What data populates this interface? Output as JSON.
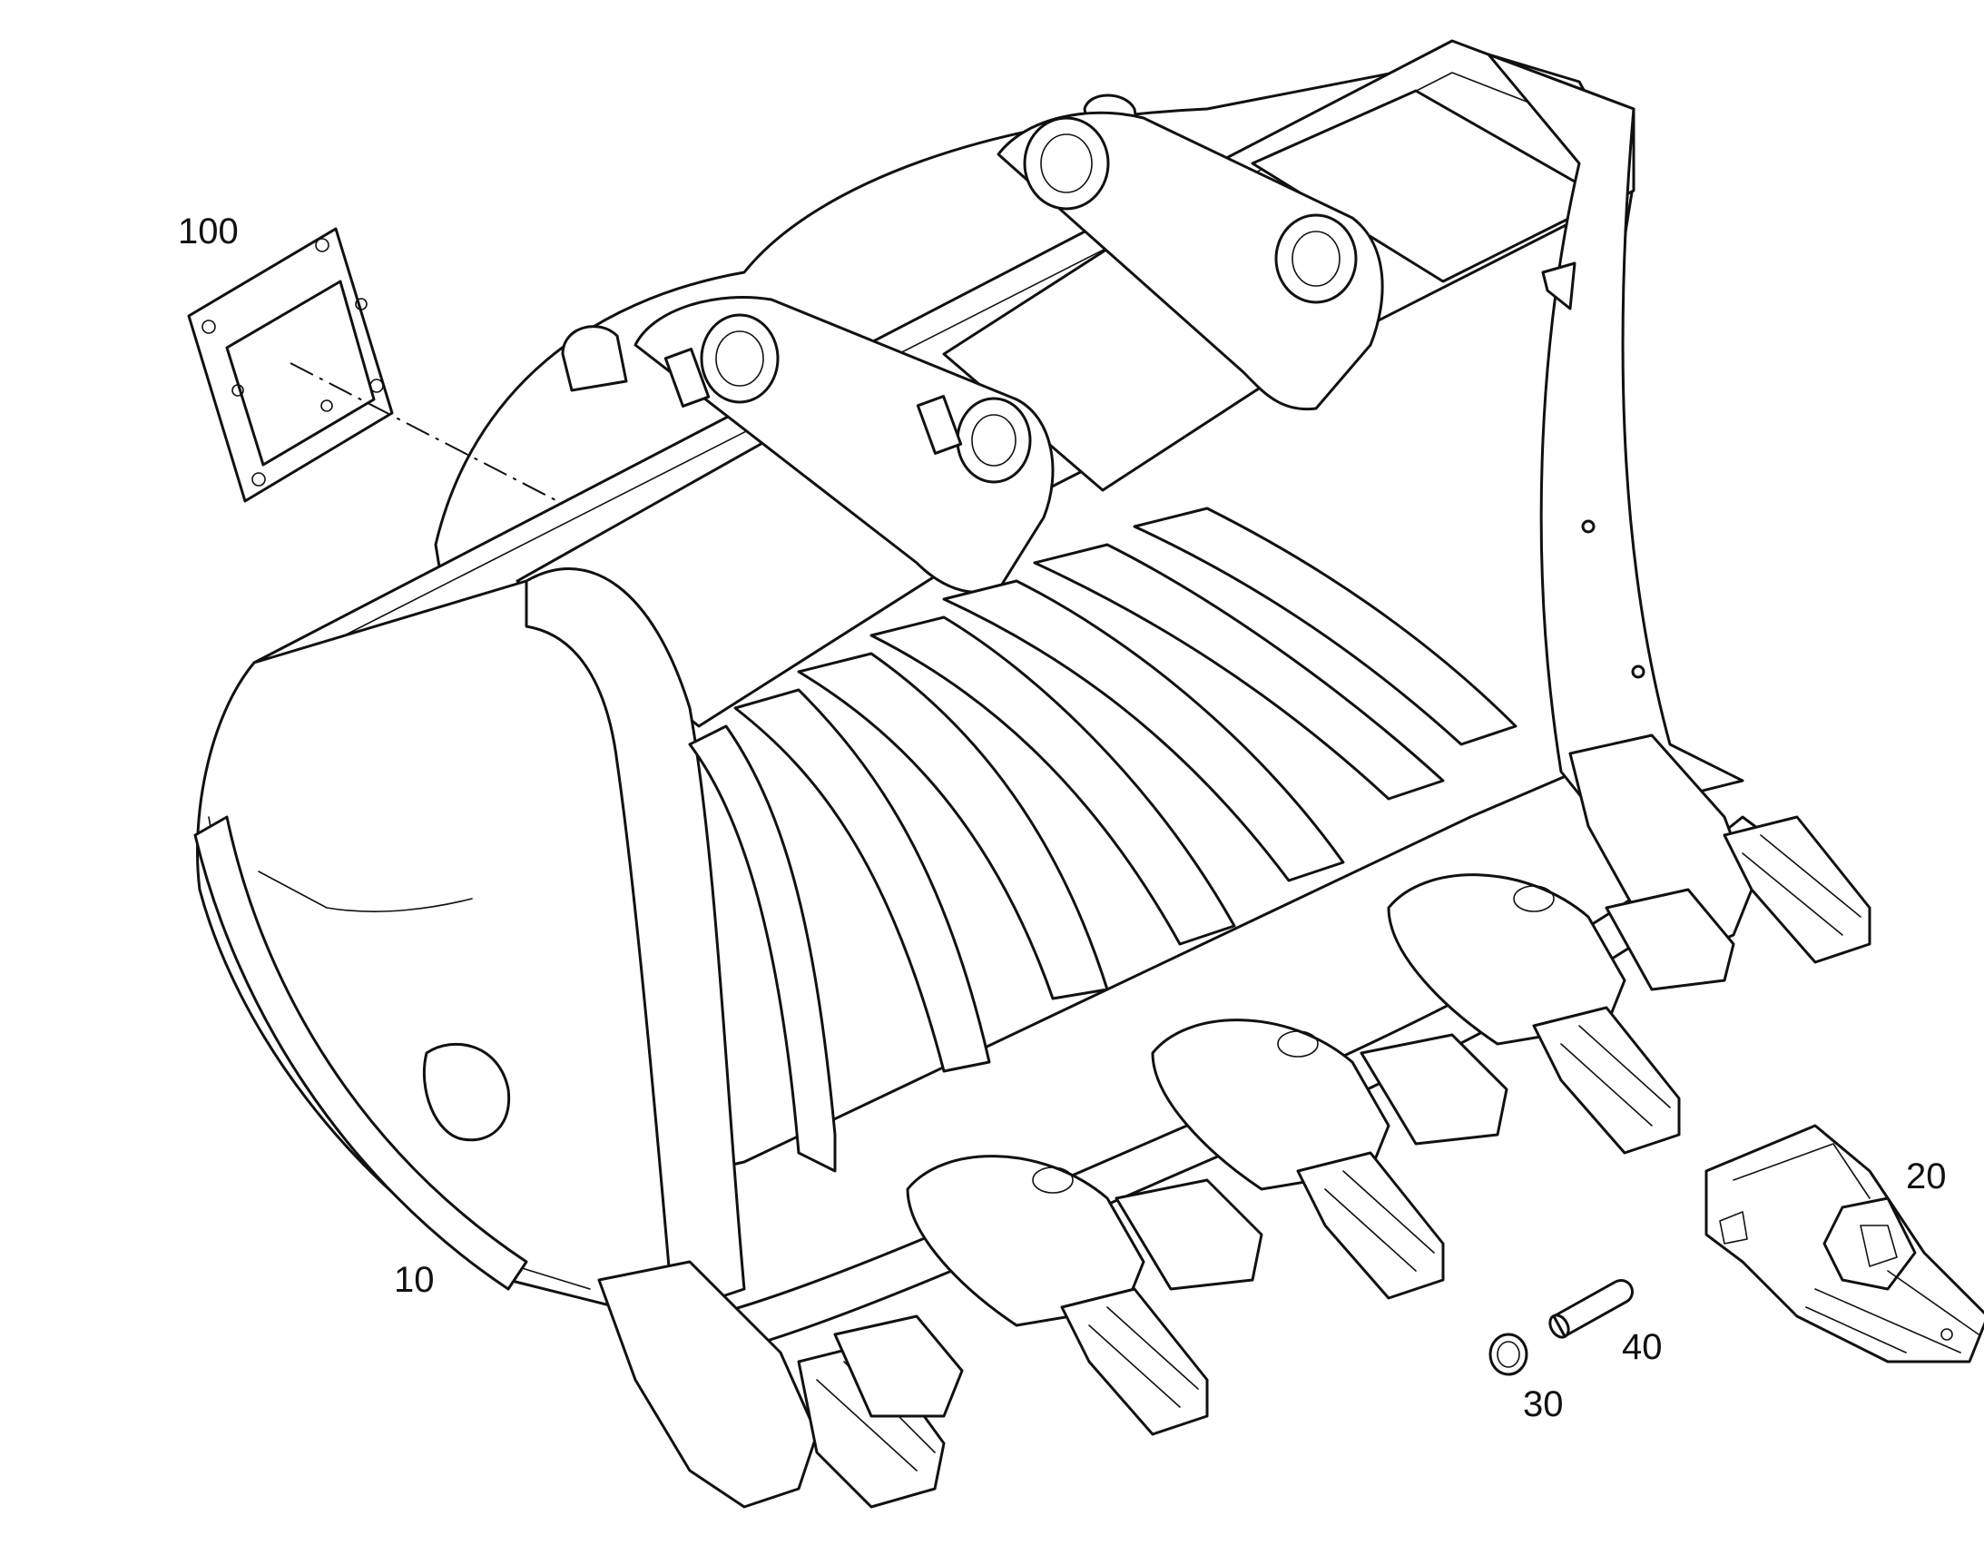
{
  "callouts": {
    "gasket": "100",
    "bucket": "10",
    "tooth": "20",
    "retainer": "30",
    "pin": "40"
  },
  "colors": {
    "line": "#111111",
    "background": "#ffffff"
  }
}
